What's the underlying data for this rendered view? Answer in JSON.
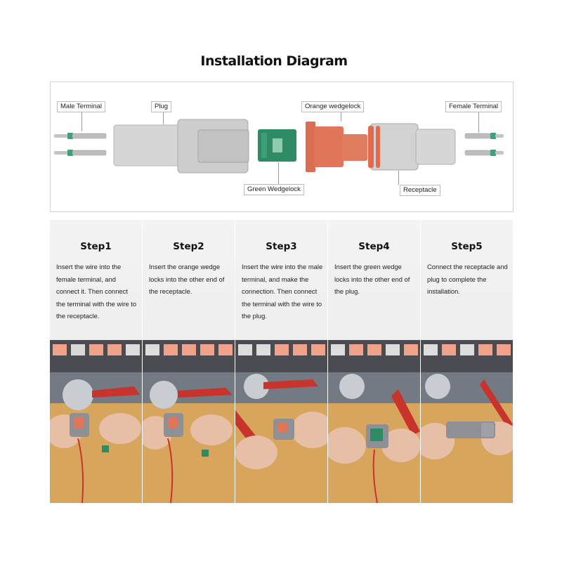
{
  "title": "Installation Diagram",
  "diagram": {
    "labels": {
      "male_terminal": "Male Terminal",
      "plug": "Plug",
      "orange_wedgelock": "Orange wedgelock",
      "female_terminal": "Female Terminal",
      "green_wedgelock": "Green Wedgelock",
      "receptacle": "Receptacle"
    },
    "colors": {
      "plug_gray": "#d2d2d2",
      "green": "#2e8b63",
      "orange": "#e0755a",
      "terminal": "#b9b9b9",
      "terminal_accent": "#3aa37a"
    }
  },
  "steps": [
    {
      "title": "Step1",
      "text": "Insert the wire into the female terminal, and connect it. Then connect the terminal with the wire to the receptacle."
    },
    {
      "title": "Step2",
      "text": "Insert the orange wedge locks into the other end of the receptacle."
    },
    {
      "title": "Step3",
      "text": "Insert the wire into the male terminal, and make the connection. Then connect the terminal with the wire to the plug."
    },
    {
      "title": "Step4",
      "text": "Insert the green wedge locks into the other end of the plug."
    },
    {
      "title": "Step5",
      "text": "Connect the receptacle and plug to complete the installation."
    }
  ],
  "photo_colors": {
    "table": "#d7a65c",
    "tray": "#4a4c52",
    "skin": "#e7bfa7",
    "tool_red": "#c8342b",
    "connector_gray": "#8d9196"
  }
}
